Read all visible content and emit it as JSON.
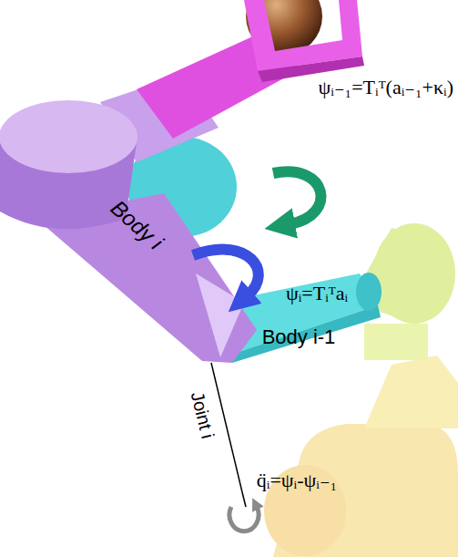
{
  "diagram": {
    "labels": [
      "ψᵢ₋₁=Tᵢᵀ(aᵢ₋₁+κᵢ)",
      "ψᵢ=Tᵢᵀaᵢ",
      "Body i",
      "Body i-1",
      "Joint i",
      "q̈ᵢ=ψᵢ-ψᵢ₋₁"
    ]
  }
}
